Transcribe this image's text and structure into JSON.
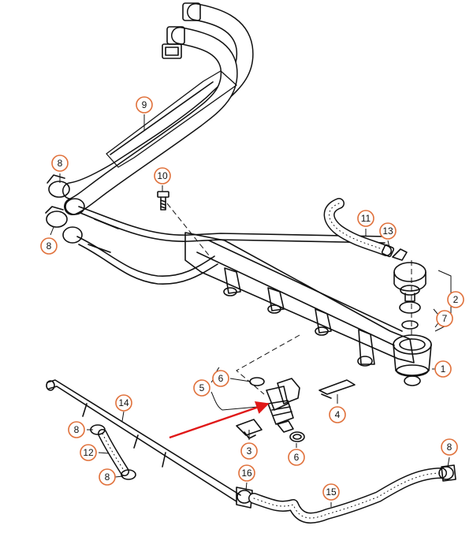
{
  "colors": {
    "callout_ring": "#e0703a",
    "arrow": "#e01818",
    "line": "#111111"
  },
  "callouts": [
    {
      "id": "c1",
      "label": "1"
    },
    {
      "id": "c2",
      "label": "2"
    },
    {
      "id": "c3",
      "label": "3"
    },
    {
      "id": "c4",
      "label": "4"
    },
    {
      "id": "c5",
      "label": "5"
    },
    {
      "id": "c6a",
      "label": "6"
    },
    {
      "id": "c6b",
      "label": "6"
    },
    {
      "id": "c7",
      "label": "7"
    },
    {
      "id": "c8a",
      "label": "8"
    },
    {
      "id": "c8b",
      "label": "8"
    },
    {
      "id": "c8c",
      "label": "8"
    },
    {
      "id": "c8d",
      "label": "8"
    },
    {
      "id": "c8e",
      "label": "8"
    },
    {
      "id": "c9",
      "label": "9"
    },
    {
      "id": "c10",
      "label": "10"
    },
    {
      "id": "c11",
      "label": "11"
    },
    {
      "id": "c12",
      "label": "12"
    },
    {
      "id": "c13",
      "label": "13"
    },
    {
      "id": "c14",
      "label": "14"
    },
    {
      "id": "c15",
      "label": "15"
    },
    {
      "id": "c16",
      "label": "16"
    }
  ]
}
